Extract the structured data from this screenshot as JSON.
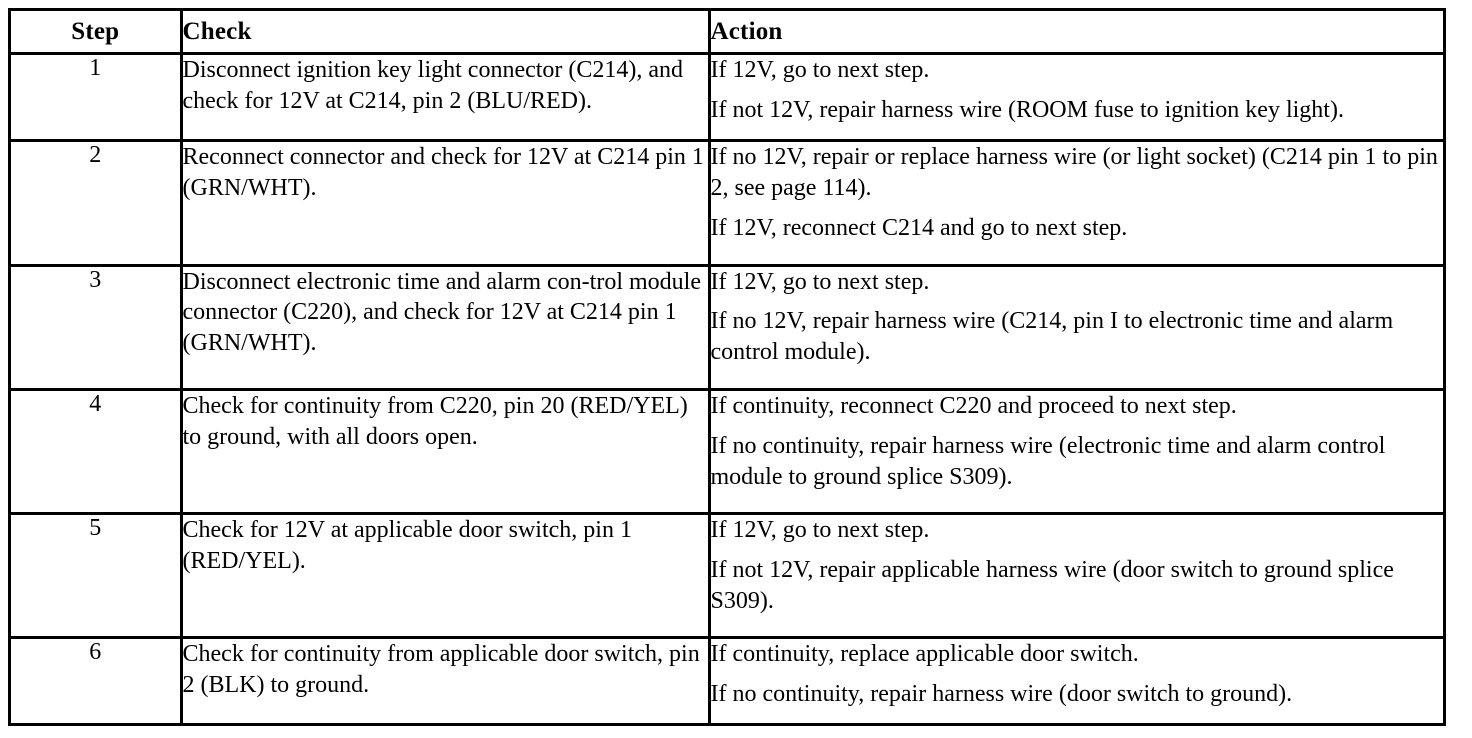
{
  "document": {
    "kind": "troubleshooting-table",
    "ink_color": "#000000",
    "paper_color": "#ffffff"
  },
  "table": {
    "columns": [
      {
        "key": "step",
        "label": "Step"
      },
      {
        "key": "check",
        "label": "Check"
      },
      {
        "key": "action",
        "label": "Action"
      }
    ],
    "rows": [
      {
        "step": "1",
        "check": [
          "Disconnect ignition key light connector (C214), and check for 12V at C214, pin 2 (BLU/RED)."
        ],
        "action": [
          "If 12V, go to next step.",
          "If not 12V, repair harness wire (ROOM fuse to ignition key light)."
        ]
      },
      {
        "step": "2",
        "check": [
          "Reconnect connector and check for 12V at C214 pin 1 (GRN/WHT)."
        ],
        "action": [
          "If no 12V, repair or replace harness wire (or light socket) (C214 pin 1 to pin 2, see page 114).",
          "If 12V, reconnect C214 and go to next step."
        ]
      },
      {
        "step": "3",
        "check": [
          "Disconnect electronic time and alarm con-trol module connector (C220), and check for 12V at C214 pin 1 (GRN/WHT)."
        ],
        "action": [
          "If 12V, go to next step.",
          "If no 12V, repair harness wire (C214, pin I to electronic time and alarm control module)."
        ]
      },
      {
        "step": "4",
        "check": [
          "Check for continuity from C220, pin 20 (RED/YEL) to ground, with all doors open."
        ],
        "action": [
          "If continuity, reconnect C220 and proceed to next step.",
          "If no continuity, repair harness wire (electronic time and alarm control module to ground splice S309)."
        ]
      },
      {
        "step": "5",
        "check": [
          "Check for 12V at applicable door switch, pin 1 (RED/YEL)."
        ],
        "action": [
          "If 12V, go to next step.",
          "If not 12V, repair applicable harness wire (door switch to ground splice S309)."
        ]
      },
      {
        "step": "6",
        "check": [
          "Check for continuity from applicable door switch, pin 2 (BLK) to ground."
        ],
        "action": [
          "If continuity, replace applicable door switch.",
          "If no continuity, repair harness wire (door switch to ground)."
        ]
      }
    ]
  }
}
